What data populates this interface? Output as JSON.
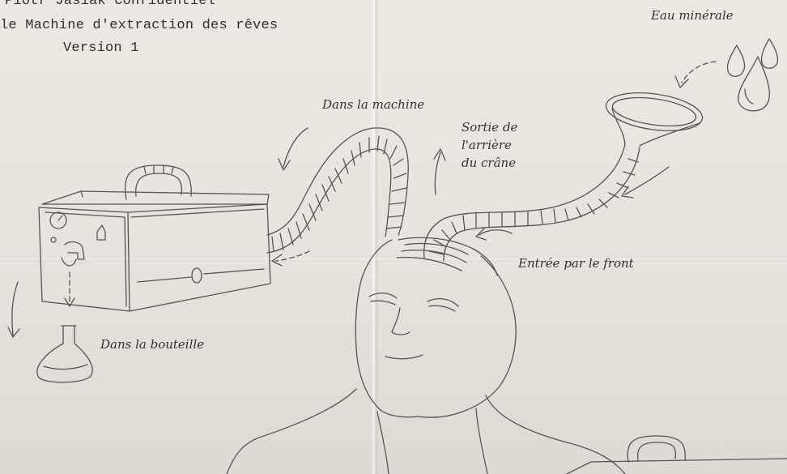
{
  "header": {
    "line1": "Piotr Jasiak Confidentiel",
    "line2": "le Machine d'extraction des rêves",
    "line3": "Version 1"
  },
  "labels": {
    "eau_minerale": "Eau minérale",
    "dans_la_machine": "Dans la machine",
    "sortie_line1": "Sortie de",
    "sortie_line2": "l'arrière",
    "sortie_line3": "du crâne",
    "entree_front": "Entrée par le front",
    "dans_bouteille": "Dans la bouteille"
  },
  "style": {
    "paper": "#e9e6df",
    "pencil": "#555555",
    "ink": "#2f2f2f"
  }
}
